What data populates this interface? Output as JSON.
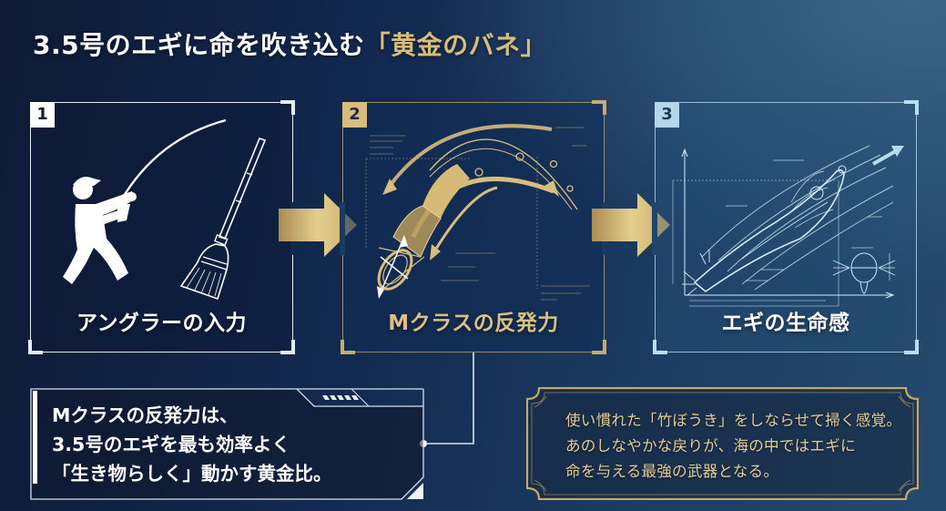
{
  "title": {
    "main": "3.5号のエギに命を吹き込む",
    "highlight": "「黄金のバネ」"
  },
  "steps": [
    {
      "number": "1",
      "label": "アングラーの入力",
      "icons": [
        "angler-icon",
        "broom-icon"
      ],
      "accent": "#ffffff"
    },
    {
      "number": "2",
      "label": "Mクラスの反発力",
      "icons": [
        "rod-blank-cross-section-icon"
      ],
      "accent": "#d8bd7c"
    },
    {
      "number": "3",
      "label": "エギの生命感",
      "icons": [
        "egi-blueprint-icon"
      ],
      "accent": "#b6d7ea"
    }
  ],
  "flow_arrows": [
    "arrow-right-icon",
    "arrow-right-icon"
  ],
  "callout": {
    "lines": [
      "Mクラスの反発力は、",
      "3.5号のエギを最も効率よく",
      "「生き物らしく」動かす黄金比。"
    ]
  },
  "quote": {
    "lines": [
      "使い慣れた「竹ぼうき」をしならせて掃く感覚。",
      "あのしなやかな戻りが、海の中ではエギに",
      "命を与える最強の武器となる。"
    ]
  },
  "colors": {
    "gold": "#d9bd7b",
    "white": "#ffffff",
    "ice_blue": "#b6d7ea",
    "bg_dark": "#0e1a36",
    "bg_light": "#3a6488"
  }
}
